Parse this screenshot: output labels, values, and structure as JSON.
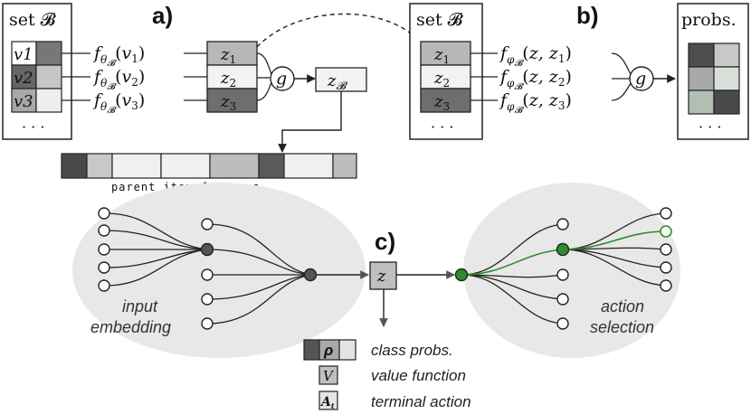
{
  "panel_a": {
    "label": "a)",
    "set_title": "set 𝓑",
    "items": [
      "v1",
      "v2",
      "v3"
    ],
    "item_subs": [
      "1",
      "2",
      "3"
    ],
    "functions": [
      "f",
      "f",
      "f"
    ],
    "embeddings": [
      "z1",
      "z2",
      "z3"
    ],
    "aggregator": "g",
    "set_embedding": "z𝓑",
    "dots": "· · ·"
  },
  "panel_b": {
    "label": "b)",
    "set_title": "set 𝓑",
    "embeddings": [
      "z1",
      "z2",
      "z3"
    ],
    "functions": [
      "f",
      "f",
      "f"
    ],
    "aggregator": "g",
    "probs_title": "probs.",
    "dots": "· · ·"
  },
  "features": {
    "caption": "parent item features",
    "colors": [
      "#4a4a4a",
      "#c8c8c8",
      "#f0f0f0",
      "#f0f0f0",
      "#bdbdbd",
      "#5a5a5a",
      "#f0f0f0",
      "#bdbdbd"
    ]
  },
  "panel_c": {
    "label": "c)",
    "center_node": "z",
    "left_cluster_label": [
      "input",
      "embedding"
    ],
    "right_cluster_label": [
      "action",
      "selection"
    ],
    "highlight_color": "#2e8b2e"
  },
  "legend": {
    "items": [
      {
        "symbol": "ρ",
        "text": "class probs."
      },
      {
        "symbol": "V",
        "text": "value function"
      },
      {
        "symbol": "A",
        "text": "terminal action"
      }
    ]
  }
}
